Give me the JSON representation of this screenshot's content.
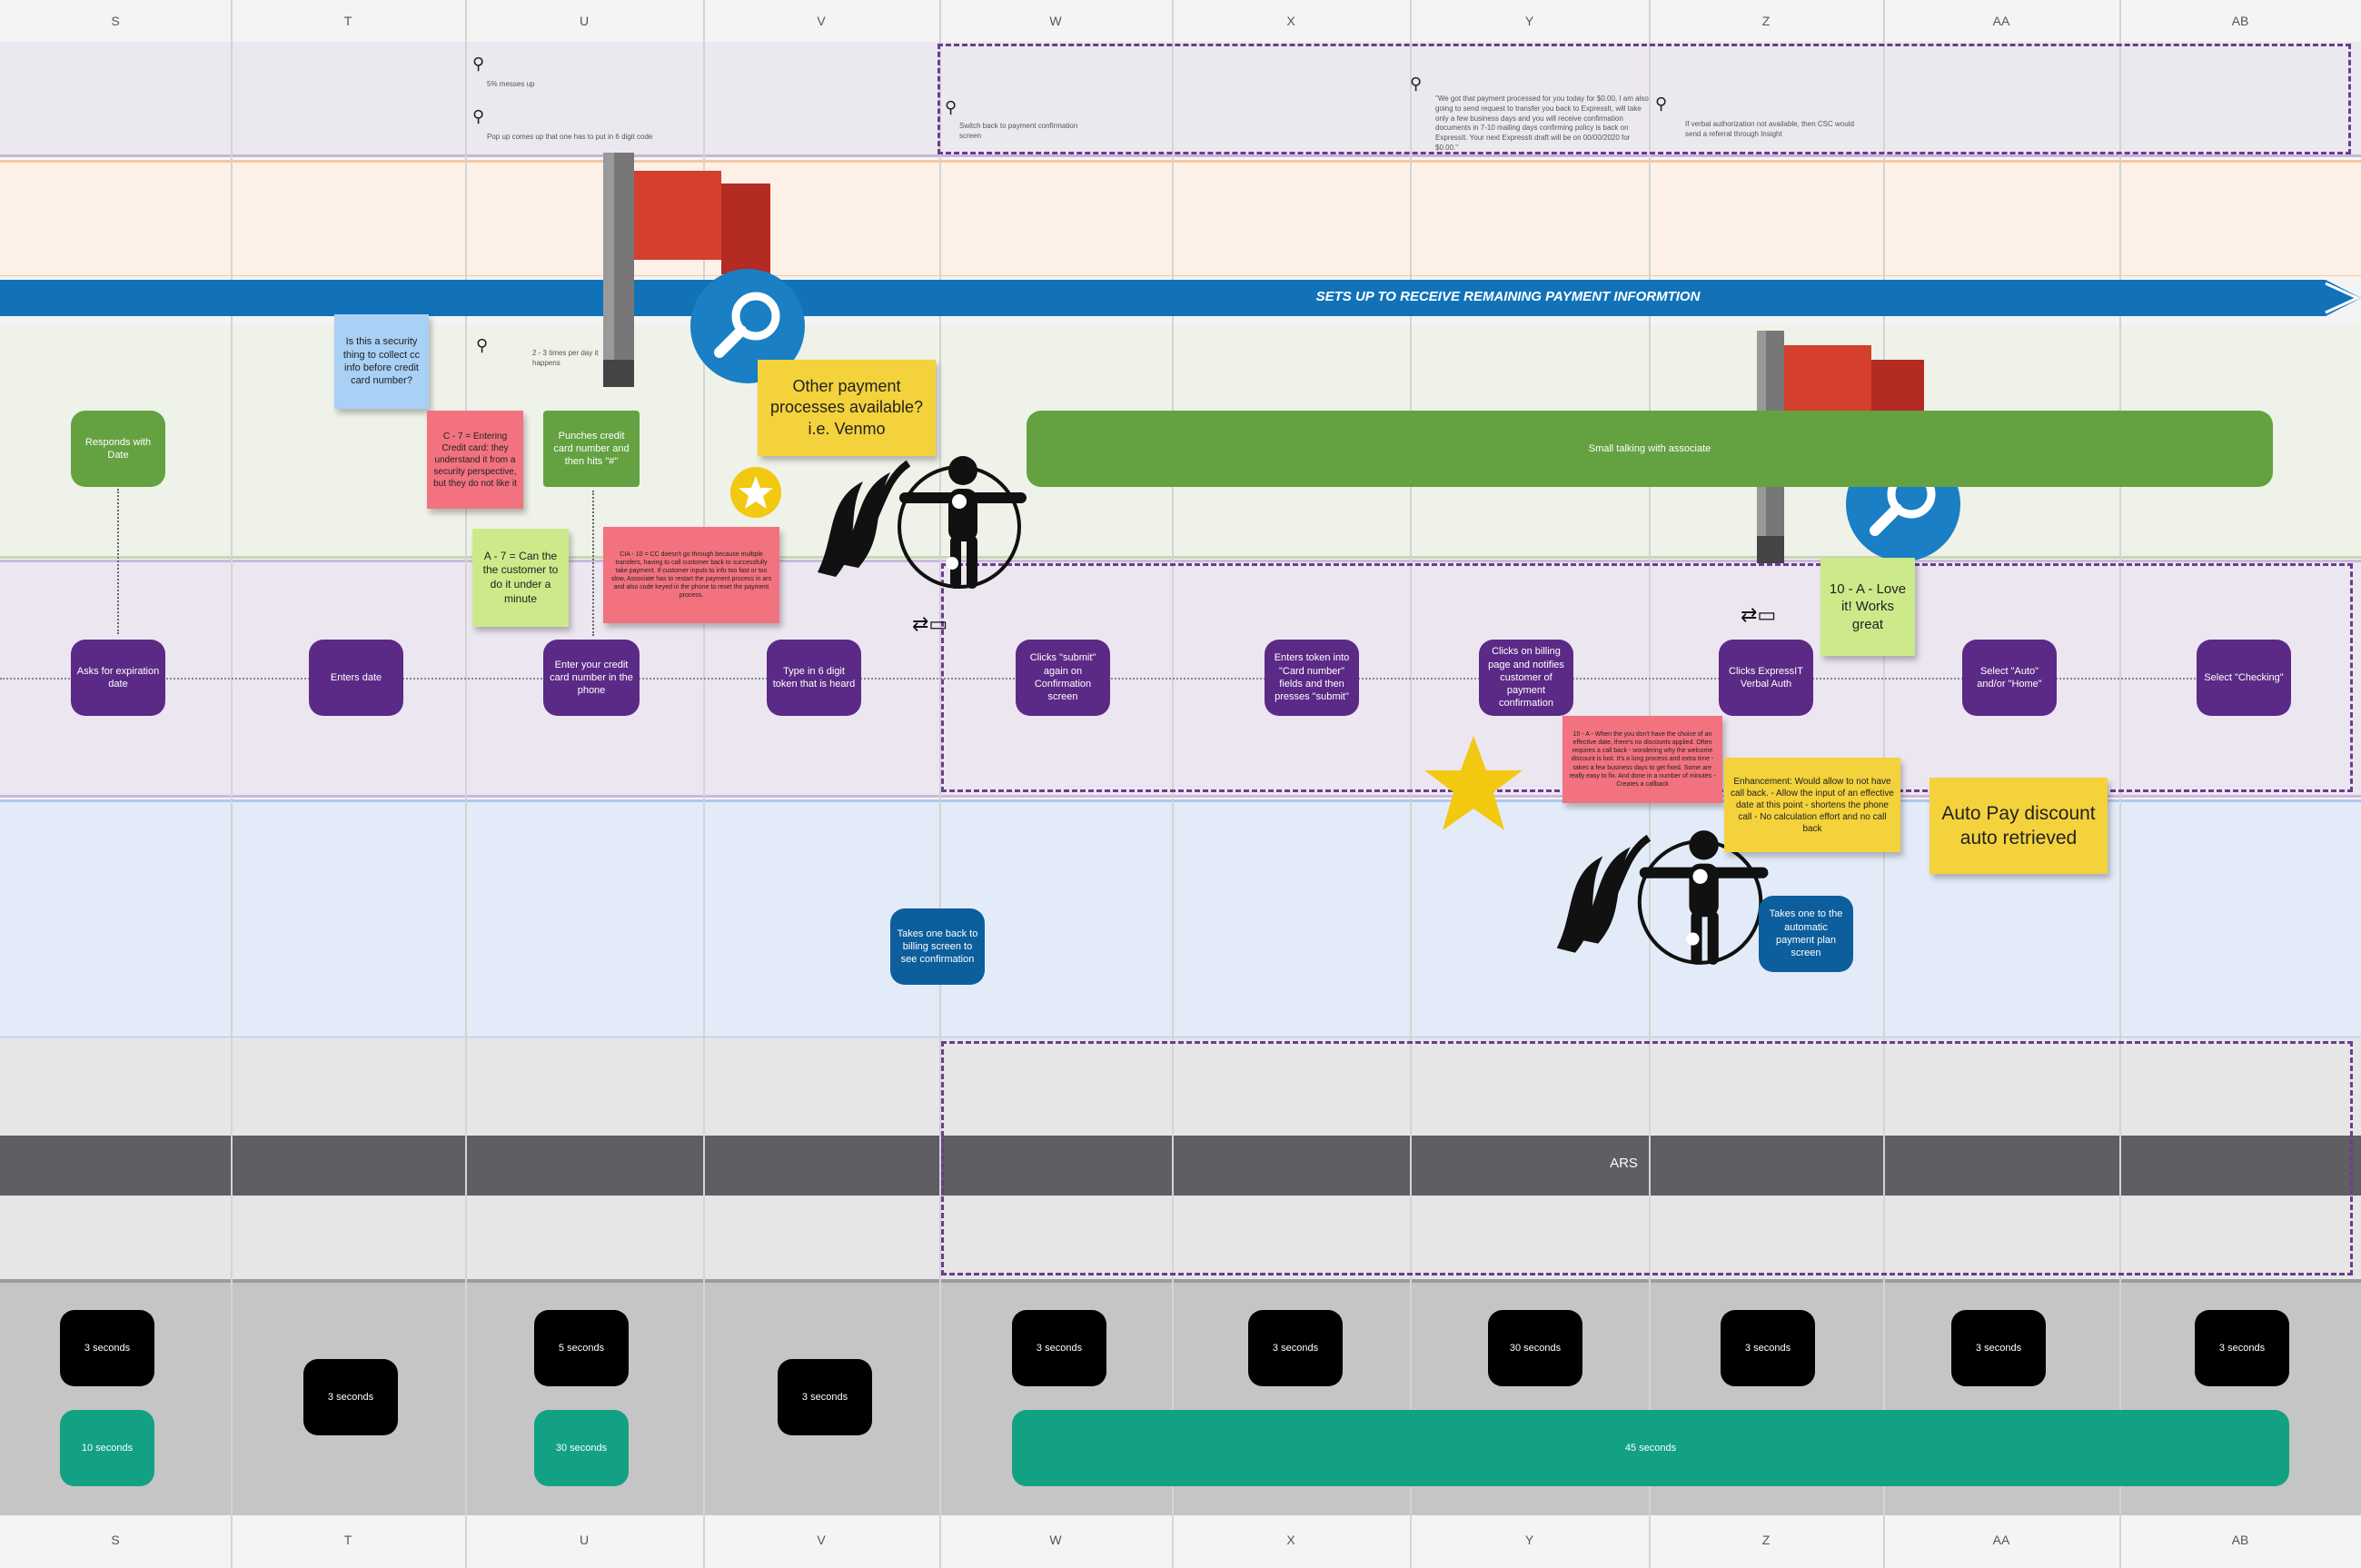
{
  "columns": [
    "S",
    "T",
    "U",
    "V",
    "W",
    "X",
    "Y",
    "Z",
    "AA",
    "AB"
  ],
  "banner": {
    "text": "SETS UP TO RECEIVE REMAINING PAYMENT INFORMTION"
  },
  "ars_label": "ARS",
  "notes": {
    "u1": "5% messes up",
    "u2": "Pop up comes up that one has to put in 6 digit code",
    "w1": "Switch back to payment confirmation screen",
    "y1": "\"We got that payment processed for you today for $0.00, I am also going to send request to transfer you back to ExpressIt, will take only a few business days and you will receive confirmation documents in 7-10 mailing days confirming policy is back on ExpressIt. Your next ExpressIt draft will be on 00/00/2020 for $0.00.\"",
    "z1": "If verbal authorization not available, then CSC would send a referral through Insight",
    "u3": "2 - 3 times per day it happens"
  },
  "stickies": {
    "security": "Is this a security thing to collect cc info before credit card number?",
    "c7": "C - 7 = Entering Credit card: they understand it from a security perspective, but they do not like it",
    "a7": "A - 7 = Can the the customer to do it under a minute",
    "cia10": "CIA - 10 = CC doesn't go through because multiple transfers, having to call customer back to successfully take payment. If customer inputs to info too fast or too slow, Associate has to restart the payment process in ars and also code keyed in the phone to reset the payment process.",
    "venmo": "Other payment processes available? i.e. Venmo",
    "love": "10 - A - Love it! Works great",
    "s10a": "10 - A - When the you don't have the choice of an effective date, there's no discounts applied. Often requires a call back - wondering why the welcome discount is lost. It's a long process and extra time - takes a few business days to get fixed. Some are really easy to fix. And done in a number of minutes - Creates a callback",
    "enhancement": "Enhancement: Would allow to not have call back. - Allow the input of an effective date at this point - shortens the phone call - No calculation effort and no call back",
    "autopay": "Auto Pay discount auto retrieved"
  },
  "green_boxes": {
    "responds": "Responds with Date",
    "punches": "Punches credit card number and then hits \"#\"",
    "smalltalk": "Small talking with associate"
  },
  "purple_boxes": {
    "asks": "Asks for expiration date",
    "enters_date": "Enters date",
    "enter_cc": "Enter your credit card number in the phone",
    "type6": "Type in 6 digit token that is heard",
    "clicks_submit": "Clicks \"submit\" again on Confirmation screen",
    "enters_token": "Enters token into \"Card number\" fields and then presses \"submit\"",
    "clicks_billing": "Clicks on billing page and notifies customer of payment confirmation",
    "clicks_express": "Clicks ExpressIT Verbal Auth",
    "select_auto": "Select \"Auto\" and/or \"Home\"",
    "select_checking": "Select \"Checking\""
  },
  "blue_boxes": {
    "billing": "Takes one back to billing screen to see confirmation",
    "automatic": "Takes one to the automatic payment plan screen"
  },
  "times": {
    "s": "3 seconds",
    "s2": "10 seconds",
    "t": "3 seconds",
    "u": "5 seconds",
    "u2": "30 seconds",
    "v": "3 seconds",
    "w": "3 seconds",
    "x": "3 seconds",
    "y": "30 seconds",
    "z": "3 seconds",
    "aa": "3 seconds",
    "ab": "3 seconds",
    "wide": "45 seconds"
  },
  "colors": {
    "purple": "#5b2a86",
    "green": "#64a141",
    "banner": "#1172b8",
    "teal": "#12a183",
    "flag": "#d43f2e"
  }
}
